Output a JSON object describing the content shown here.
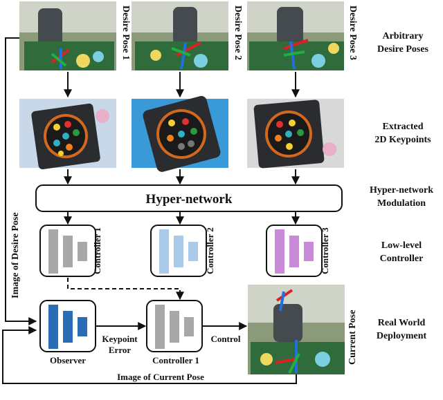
{
  "poses": {
    "pose1": "Desire Pose 1",
    "pose2": "Desire Pose 2",
    "pose3": "Desire Pose 3"
  },
  "stages": {
    "arbitrary_line1": "Arbitrary",
    "arbitrary_line2": "Desire Poses",
    "extracted_line1": "Extracted",
    "extracted_line2": "2D Keypoints",
    "hyper_line1": "Hyper-network",
    "hyper_line2": "Modulation",
    "lowlevel_line1": "Low-level",
    "lowlevel_line2": "Controller",
    "real_line1": "Real World",
    "real_line2": "Deployment"
  },
  "hypernetwork": "Hyper-network",
  "controllers": {
    "c1": "Controller 1",
    "c2": "Controller 2",
    "c3": "Controller 3"
  },
  "deploy": {
    "observer": "Observer",
    "keypoint_line1": "Keypoint",
    "keypoint_line2": "Error",
    "controller": "Controller 1",
    "control": "Control",
    "current_pose": "Current Pose",
    "image_current": "Image of Current Pose",
    "image_desire": "Image of Desire Pose"
  },
  "colors": {
    "c1": "#a8a8a8",
    "c2": "#a9cbe9",
    "c3": "#c98bd8",
    "observer": "#2a6db5",
    "arrow": "#111111"
  }
}
